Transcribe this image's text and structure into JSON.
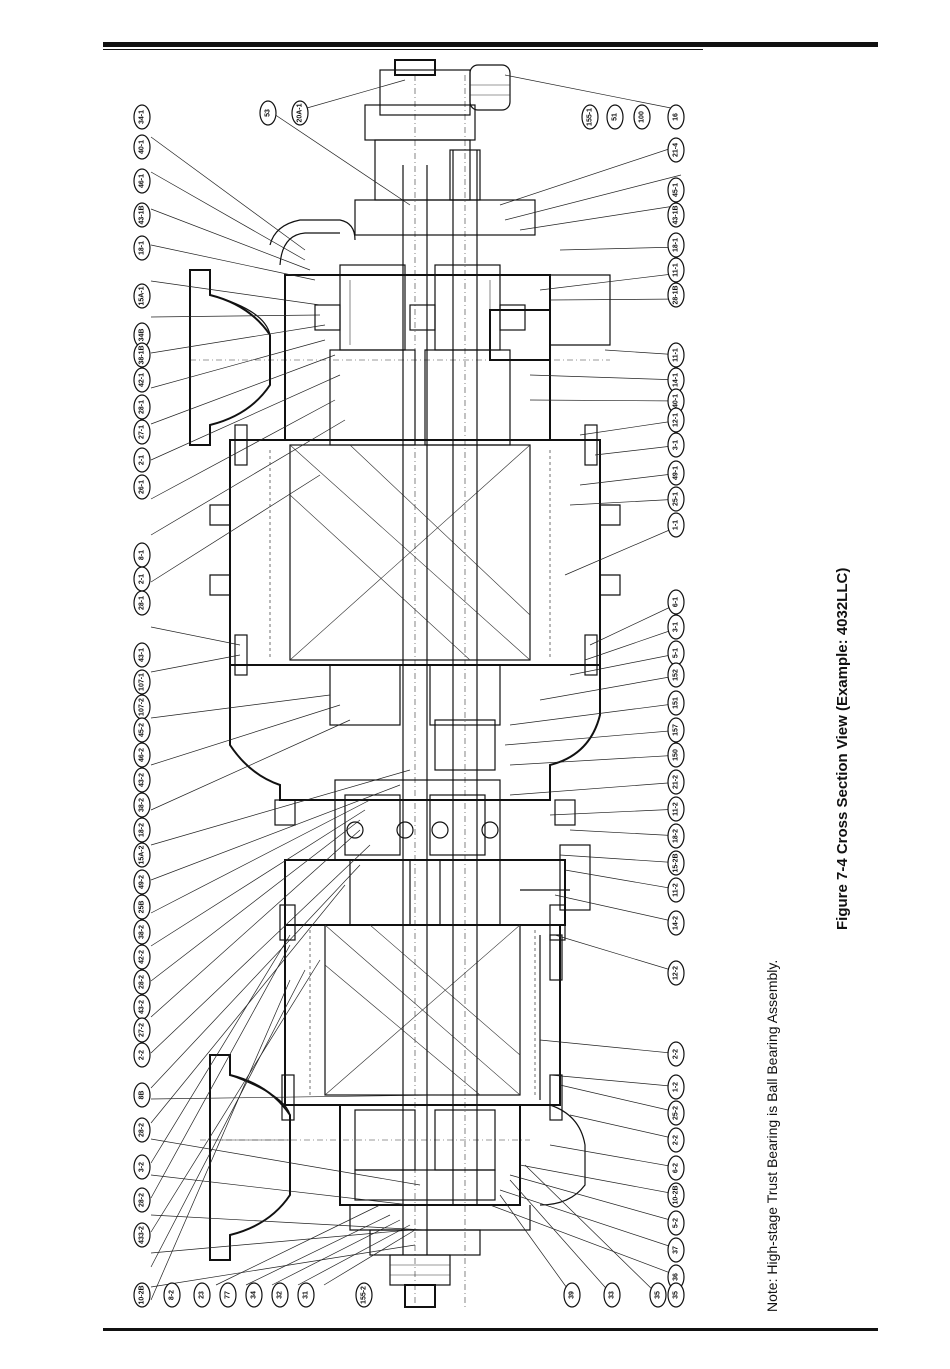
{
  "figure": {
    "caption": "Figure 7-4 Cross Section View (Example: 4032LLC)",
    "note": "Note: High-stage Trust Bearing is Ball Bearing Assembly."
  },
  "callouts_left": [
    "34-1",
    "40-1",
    "46-1",
    "43-1B",
    "18-1",
    "15A-1",
    "34B",
    "38-1B",
    "42-1",
    "28-1",
    "27-1",
    "2-1",
    "26-1",
    "8-1",
    "2-1",
    "28-1",
    "43-1",
    "107-1",
    "107-2",
    "45-2",
    "46-2",
    "43-2",
    "38-2",
    "18-2",
    "15A-2",
    "49-2",
    "25B",
    "38-2",
    "42-2",
    "28-2",
    "43-2",
    "27-2",
    "2-2",
    "8B",
    "28-2",
    "3-2",
    "28-2",
    "433-2"
  ],
  "callouts_top": [
    "53",
    "20A-1"
  ],
  "callouts_right": [
    "155-1",
    "51",
    "100",
    "16",
    "21-4",
    "45-1",
    "43-1B",
    "18-1",
    "11-1",
    "28-1B",
    "11-1",
    "14-1",
    "40-1",
    "12-1",
    "3-1",
    "49-1",
    "25-1",
    "1-1",
    "6-1",
    "3-1",
    "5-1",
    "152",
    "151",
    "157",
    "150",
    "21-2",
    "11-2",
    "18-2",
    "15-2B",
    "11-2",
    "14-2",
    "12-2",
    "2-2",
    "1-2",
    "25-2",
    "2-2",
    "6-2",
    "10-2B",
    "5-2",
    "37",
    "36",
    "35"
  ],
  "callouts_bottom_left": [
    "10-2B",
    "8-2",
    "23",
    "77",
    "34",
    "32",
    "31",
    "155-2"
  ],
  "callouts_bottom_right": [
    "39",
    "33",
    "35"
  ]
}
